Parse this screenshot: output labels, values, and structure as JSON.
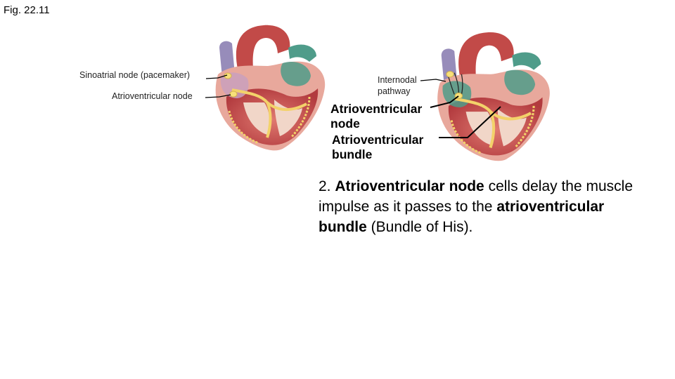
{
  "figure_label": "Fig. 22.11",
  "left_panel": {
    "sa_node_label": "Sinoatrial node (pacemaker)",
    "av_node_label": "Atrioventricular node"
  },
  "right_panel": {
    "pathway_label_line1": "Internodal",
    "pathway_label_line2": "pathway",
    "av_node_label": "Atrioventricular node",
    "av_bundle_label": "Atrioventricular bundle"
  },
  "caption": {
    "number": "2.",
    "term1": "Atrioventricular node",
    "mid_text": "cells delay the muscle impulse as it passes to the",
    "term2": "atrioventricular bundle",
    "end_text": "(Bundle of His)."
  },
  "colors": {
    "myocardium": "#c8484a",
    "atria_teal": "#4f9c8a",
    "vessel_purple": "#8c7fb3",
    "conduction_yellow": "#f3d26a",
    "node_yellow": "#f8e07a",
    "fat_pink": "#e9b9b0"
  }
}
